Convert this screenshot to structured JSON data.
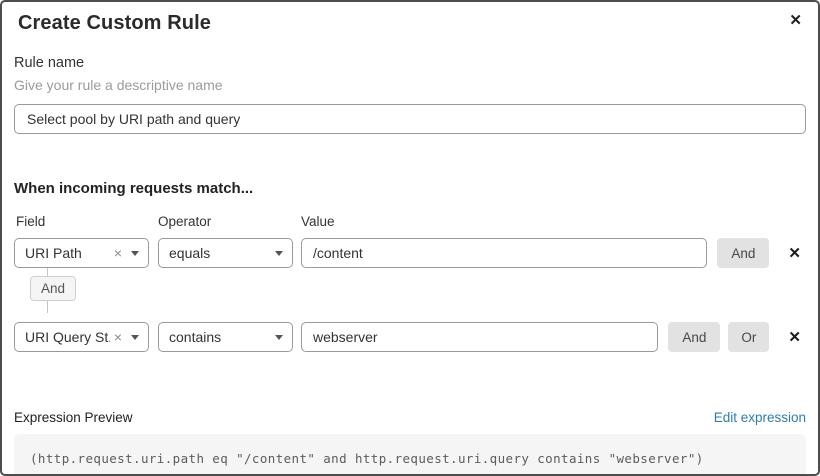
{
  "dialog": {
    "title": "Create Custom Rule",
    "close_icon": "✕"
  },
  "rule_name": {
    "label": "Rule name",
    "helper": "Give your rule a descriptive name",
    "value": "Select pool by URI path and query"
  },
  "match": {
    "heading": "When incoming requests match...",
    "columns": {
      "field": "Field",
      "operator": "Operator",
      "value": "Value"
    },
    "rows": [
      {
        "field": "URI Path",
        "operator": "equals",
        "value": "/content"
      },
      {
        "field": "URI Query St...",
        "operator": "contains",
        "value": "webserver"
      }
    ],
    "connector_label": "And",
    "and_label": "And",
    "or_label": "Or",
    "clear_icon": "×",
    "remove_icon": "✕"
  },
  "expression": {
    "label": "Expression Preview",
    "edit_link": "Edit expression",
    "code": "(http.request.uri.path eq \"/content\" and http.request.uri.query contains \"webserver\")"
  },
  "colors": {
    "link": "#2c7cb0",
    "button_bg": "#e2e2e2",
    "code_bg": "#f5f5f6",
    "border": "#9a9a9a"
  }
}
